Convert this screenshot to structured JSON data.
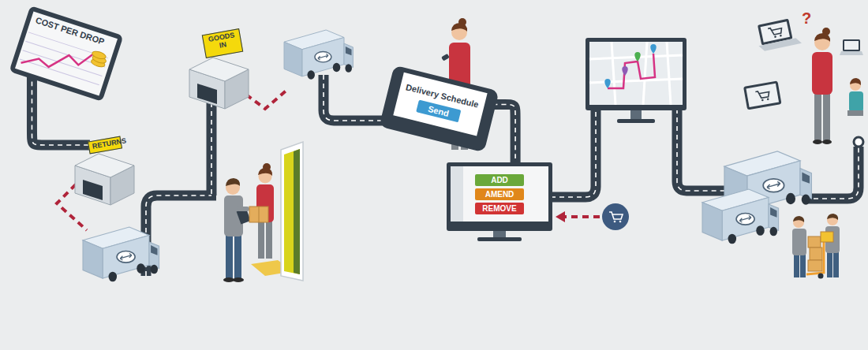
{
  "diagram": {
    "nodes": [
      {
        "text": [
          "COST PER DROP"
        ]
      },
      {
        "text": [
          "RETURNS"
        ]
      },
      {
        "text": [
          "GOODS IN"
        ]
      },
      {
        "text": [
          "Delivery Schedule",
          "Send"
        ]
      },
      {
        "text": [
          "ADD",
          "AMEND",
          "REMOVE"
        ]
      }
    ],
    "edges": [
      {
        "from": 0,
        "to": 1,
        "arrow": "none"
      },
      {
        "from": 3,
        "to": 4,
        "arrow": "none"
      }
    ],
    "labels": [
      "?"
    ]
  }
}
